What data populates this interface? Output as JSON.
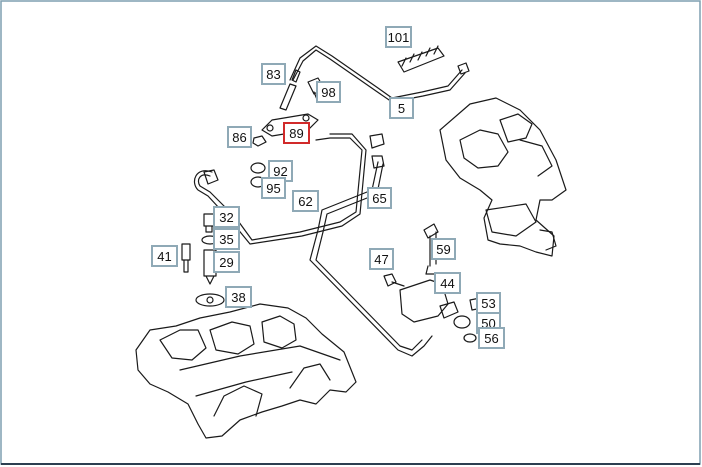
{
  "diagram": {
    "selected_part": "89",
    "colors": {
      "callout_border": "#8fa9b6",
      "selected_border": "#d12a2a",
      "line": "#1a1a1a",
      "frame": "#7f9fb0"
    },
    "callouts": [
      {
        "id": "101",
        "label": "101"
      },
      {
        "id": "83",
        "label": "83"
      },
      {
        "id": "98",
        "label": "98"
      },
      {
        "id": "5",
        "label": "5"
      },
      {
        "id": "86",
        "label": "86"
      },
      {
        "id": "89",
        "label": "89"
      },
      {
        "id": "92",
        "label": "92"
      },
      {
        "id": "95",
        "label": "95"
      },
      {
        "id": "62",
        "label": "62"
      },
      {
        "id": "65",
        "label": "65"
      },
      {
        "id": "32",
        "label": "32"
      },
      {
        "id": "35",
        "label": "35"
      },
      {
        "id": "41",
        "label": "41"
      },
      {
        "id": "29",
        "label": "29"
      },
      {
        "id": "38",
        "label": "38"
      },
      {
        "id": "59",
        "label": "59"
      },
      {
        "id": "47",
        "label": "47"
      },
      {
        "id": "44",
        "label": "44"
      },
      {
        "id": "53",
        "label": "53"
      },
      {
        "id": "50",
        "label": "50"
      },
      {
        "id": "56",
        "label": "56"
      }
    ]
  }
}
